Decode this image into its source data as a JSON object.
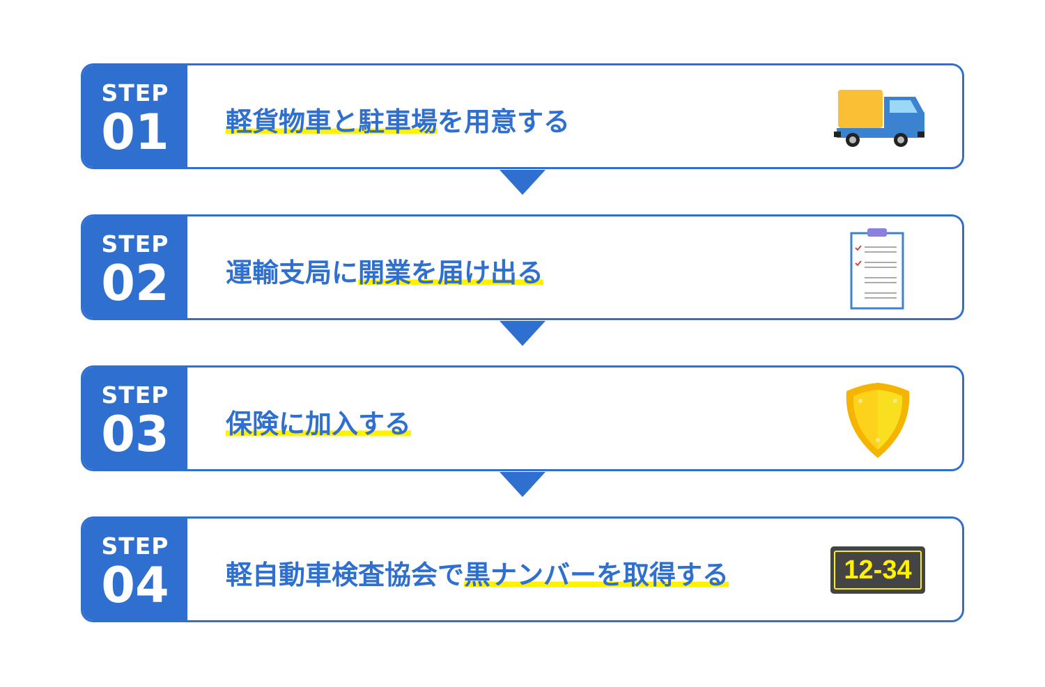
{
  "steps": [
    {
      "label": "STEP",
      "number": "01",
      "title_highlight": "軽貨物車と駐車場",
      "title_rest": "を用意する",
      "icon": "truck-icon"
    },
    {
      "label": "STEP",
      "number": "02",
      "title_pre": "運輸支局に",
      "title_highlight": "開業を届け出る",
      "icon": "clipboard-icon"
    },
    {
      "label": "STEP",
      "number": "03",
      "title_highlight": "保険に加入する",
      "icon": "shield-icon"
    },
    {
      "label": "STEP",
      "number": "04",
      "title_pre": "軽自動車検査協会で",
      "title_highlight": "黒ナンバーを取得する",
      "icon": "license-plate-icon",
      "plate_text": "12-34"
    }
  ],
  "colors": {
    "accent": "#2f6fd0",
    "highlight": "#fff200",
    "plate": "#444444",
    "plate_text": "#fff200"
  }
}
